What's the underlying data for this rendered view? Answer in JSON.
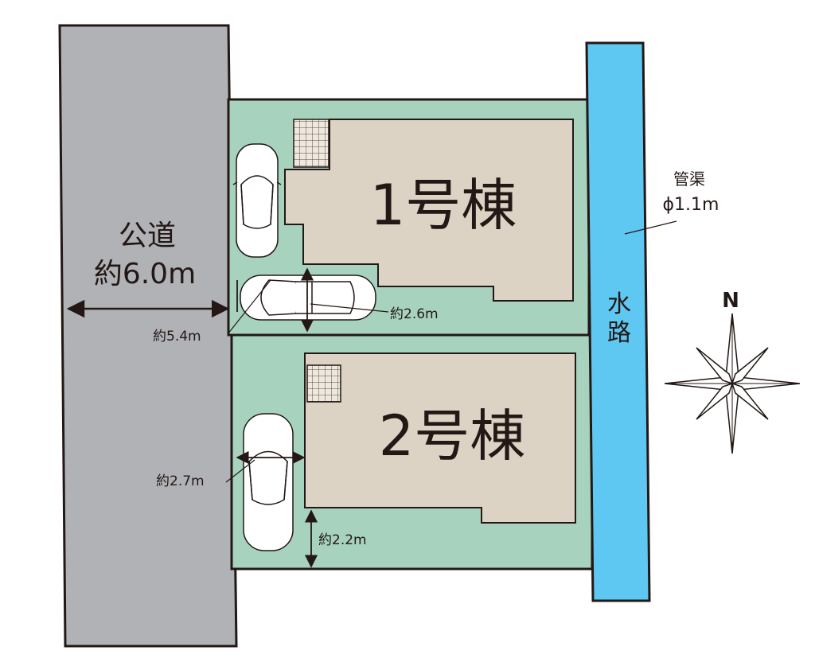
{
  "road": {
    "line1": "公道",
    "line2": "約6.0m"
  },
  "buildings": [
    {
      "label": "1号棟"
    },
    {
      "label": "2号棟"
    }
  ],
  "waterway": {
    "label_line1": "水",
    "label_line2": "路"
  },
  "culvert": {
    "line1": "管渠",
    "line2": "ϕ1.1m"
  },
  "compass": {
    "label": "N"
  },
  "dimensions": {
    "d1": "約2.6m",
    "d2": "約5.4m",
    "d3": "約2.7m",
    "d4": "約2.2m"
  },
  "colors": {
    "road": "#b1b2b6",
    "lot": "#a7d3be",
    "building": "#dcd3c4",
    "water": "#5ec8f2",
    "line": "#231815"
  }
}
